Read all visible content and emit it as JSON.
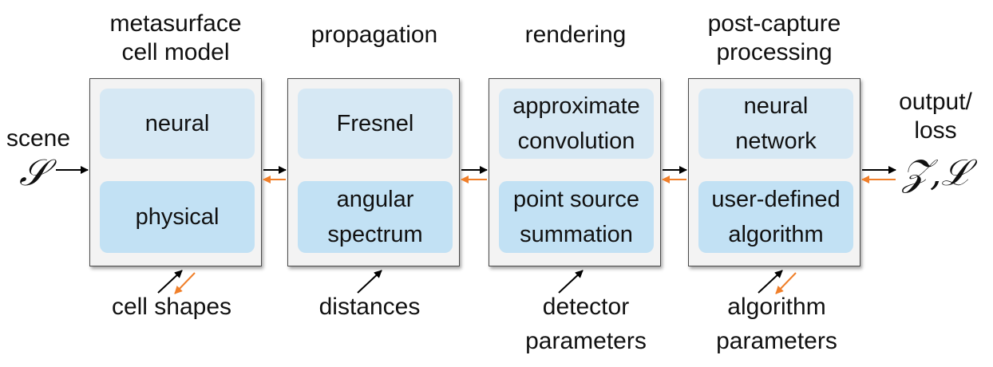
{
  "input": {
    "label": "scene",
    "symbol": "𝒮"
  },
  "output": {
    "label": "output/\nloss",
    "symbol": "𝒵,ℒ"
  },
  "stages": [
    {
      "title": "metasurface\ncell model",
      "options": [
        "neural",
        "physical"
      ],
      "parameter": "cell shapes",
      "gradient": true
    },
    {
      "title": "propagation",
      "options": [
        "Fresnel",
        "angular\nspectrum"
      ],
      "parameter": "distances",
      "gradient": false
    },
    {
      "title": "rendering",
      "options": [
        "approximate\nconvolution",
        "point source\nsummation"
      ],
      "parameter": "detector\nparameters",
      "gradient": false
    },
    {
      "title": "post-capture\nprocessing",
      "options": [
        "neural\nnetwork",
        "user-defined\nalgorithm"
      ],
      "parameter": "algorithm\nparameters",
      "gradient": true
    }
  ],
  "colors": {
    "forward": "#000000",
    "backward": "#f07f2a",
    "box_fill": "#f3f3f3",
    "option_top": "#d6e8f4",
    "option_bottom": "#c2e1f4"
  }
}
